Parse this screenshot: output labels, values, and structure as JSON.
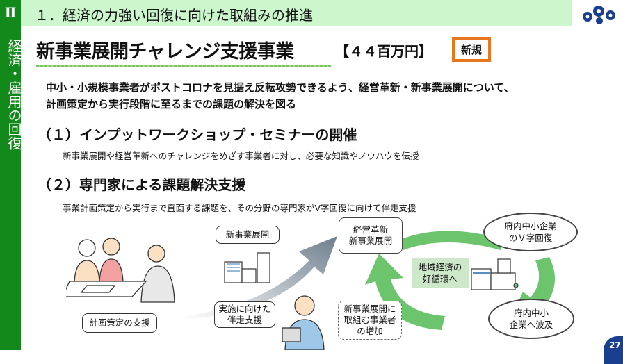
{
  "sidebar": {
    "roman": "Ⅱ",
    "chapter": "経済・雇用の回復"
  },
  "header": {
    "section": "１．経済の力強い回復に向けた取組みの推進"
  },
  "title": "新事業展開チャレンジ支援事業",
  "budget": "【４４百万円】",
  "badge": "新規",
  "lead": [
    "中小・小規模事業者がポストコロナを見据え反転攻勢できるよう、経営革新・新事業展開について、",
    "計画策定から実行段階に至るまでの課題の解決を図る"
  ],
  "sections": [
    {
      "heading": "（１）インプットワークショップ・セミナーの開催",
      "desc": "新事業展開や経営革新へのチャレンジをめざす事業者に対し、必要な知識やノウハウを伝授"
    },
    {
      "heading": "（２）専門家による課題解決支援",
      "desc": "事業計画策定から実行まで直面する課題を、その分野の専門家がV字回復に向けて伴走支援"
    }
  ],
  "illustration": {
    "plan_support": "計画策定の支援",
    "new_business": "新事業展開",
    "accompany": "実施に向けた\n伴走支援"
  },
  "cycle": {
    "top_left": "経営革新\n新事業展開",
    "top_right": "府内中小企業\nのＶ字回復",
    "center": "地域経済の\n好循環へ",
    "bottom_right": "府内中小\n企業へ波及",
    "bottom_left": "新事業展開に\n取組む事業者\nの増加"
  },
  "page_number": "27",
  "colors": {
    "sidebar": "#12891a",
    "header": "#ccf7cc",
    "badge_border": "#e8761f",
    "arrow": "#6cc46c",
    "logo": "#1a3f8f"
  }
}
